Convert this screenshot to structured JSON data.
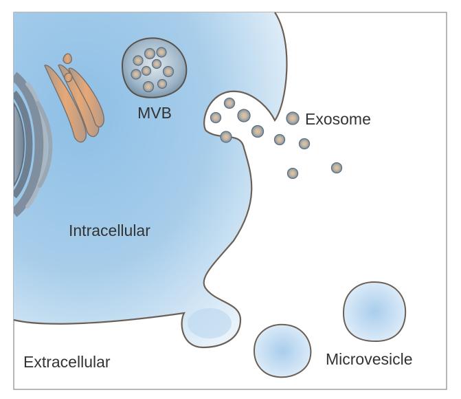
{
  "labels": {
    "mvb": "MVB",
    "exosome": "Exosome",
    "intracellular": "Intracellular",
    "extracellular": "Extracellular",
    "microvesicle": "Microvesicle"
  },
  "colors": {
    "frame": "#777777",
    "membrane": "#6b5f55",
    "cytoplasm_blue": "#9fc8e8",
    "cytoplasm_light": "#e8f2fa",
    "vesicle_core": "#d9b48c",
    "vesicle_shell": "#8e9aa5",
    "golgi_orange": "#e0a878",
    "nucleus_gray": "#8c9aa8"
  }
}
